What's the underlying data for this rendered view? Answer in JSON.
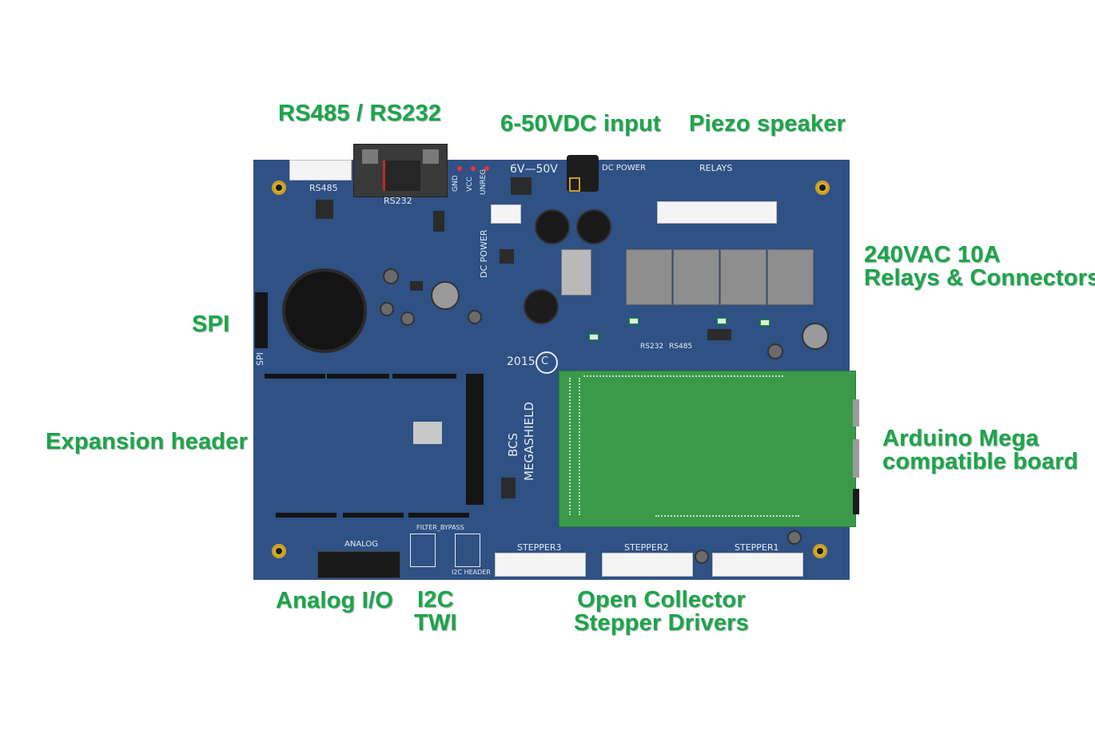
{
  "callouts": {
    "rs485_rs232": "RS485 / RS232",
    "dc_input": "6-50VDC input",
    "piezo": "Piezo speaker",
    "relays_line1": "240VAC 10A",
    "relays_line2": "Relays & Connectors",
    "spi": "SPI",
    "expansion": "Expansion header",
    "arduino_line1": "Arduino Mega",
    "arduino_line2": "compatible board",
    "analog": "Analog I/O",
    "i2c_line1": "I2C",
    "i2c_line2": "TWI",
    "stepper_line1": "Open Collector",
    "stepper_line2": "Stepper Drivers"
  },
  "board": {
    "rs485": "RS485",
    "rs232": "RS232",
    "gnd": "GND",
    "vcc": "VCC",
    "unreg": "UNREG",
    "voltage": "6V—50V",
    "dc_power_top": "DC POWER",
    "dc_power_side": "DC POWER",
    "relays": "RELAYS",
    "spi": "SPI",
    "year": "2015",
    "copyright": "C",
    "bcs": "BCS",
    "megashield": "MEGASHIELD",
    "analog": "ANALOG",
    "filter_bypass": "FILTER_BYPASS",
    "i2c_header": "I2C HEADER",
    "stepper1": "STEPPER1",
    "stepper2": "STEPPER2",
    "stepper3": "STEPPER3",
    "rs232_small": "RS232",
    "rs485_small": "RS485"
  },
  "colors": {
    "callout": "#1aa64a",
    "board": "#2f5184",
    "arduino": "#3a9a4a"
  }
}
